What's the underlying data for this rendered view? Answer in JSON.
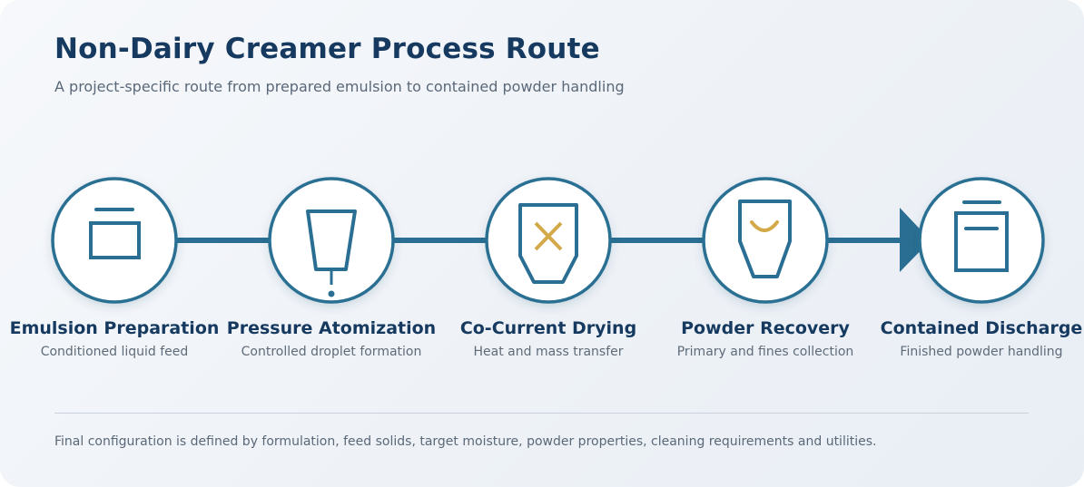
{
  "header": {
    "title": "Non-Dairy Creamer Process Route",
    "subtitle": "A project-specific route from prepared emulsion to contained powder handling"
  },
  "steps": [
    {
      "title": "Emulsion Preparation",
      "description": "Conditioned liquid feed",
      "icon": "tank-icon"
    },
    {
      "title": "Pressure Atomization",
      "description": "Controlled droplet formation",
      "icon": "nozzle-icon"
    },
    {
      "title": "Co-Current Drying",
      "description": "Heat and mass transfer",
      "icon": "drying-chamber-icon"
    },
    {
      "title": "Powder Recovery",
      "description": "Primary and fines collection",
      "icon": "cyclone-icon"
    },
    {
      "title": "Contained Discharge",
      "description": "Finished powder handling",
      "icon": "container-icon"
    }
  ],
  "footer": {
    "note": "Final configuration is defined by formulation, feed solids, target moisture, powder properties, cleaning requirements and utilities."
  },
  "colors": {
    "primary": "#2a6f93",
    "accent": "#d4a94a",
    "title": "#163a5f",
    "text": "#5f6b78"
  }
}
